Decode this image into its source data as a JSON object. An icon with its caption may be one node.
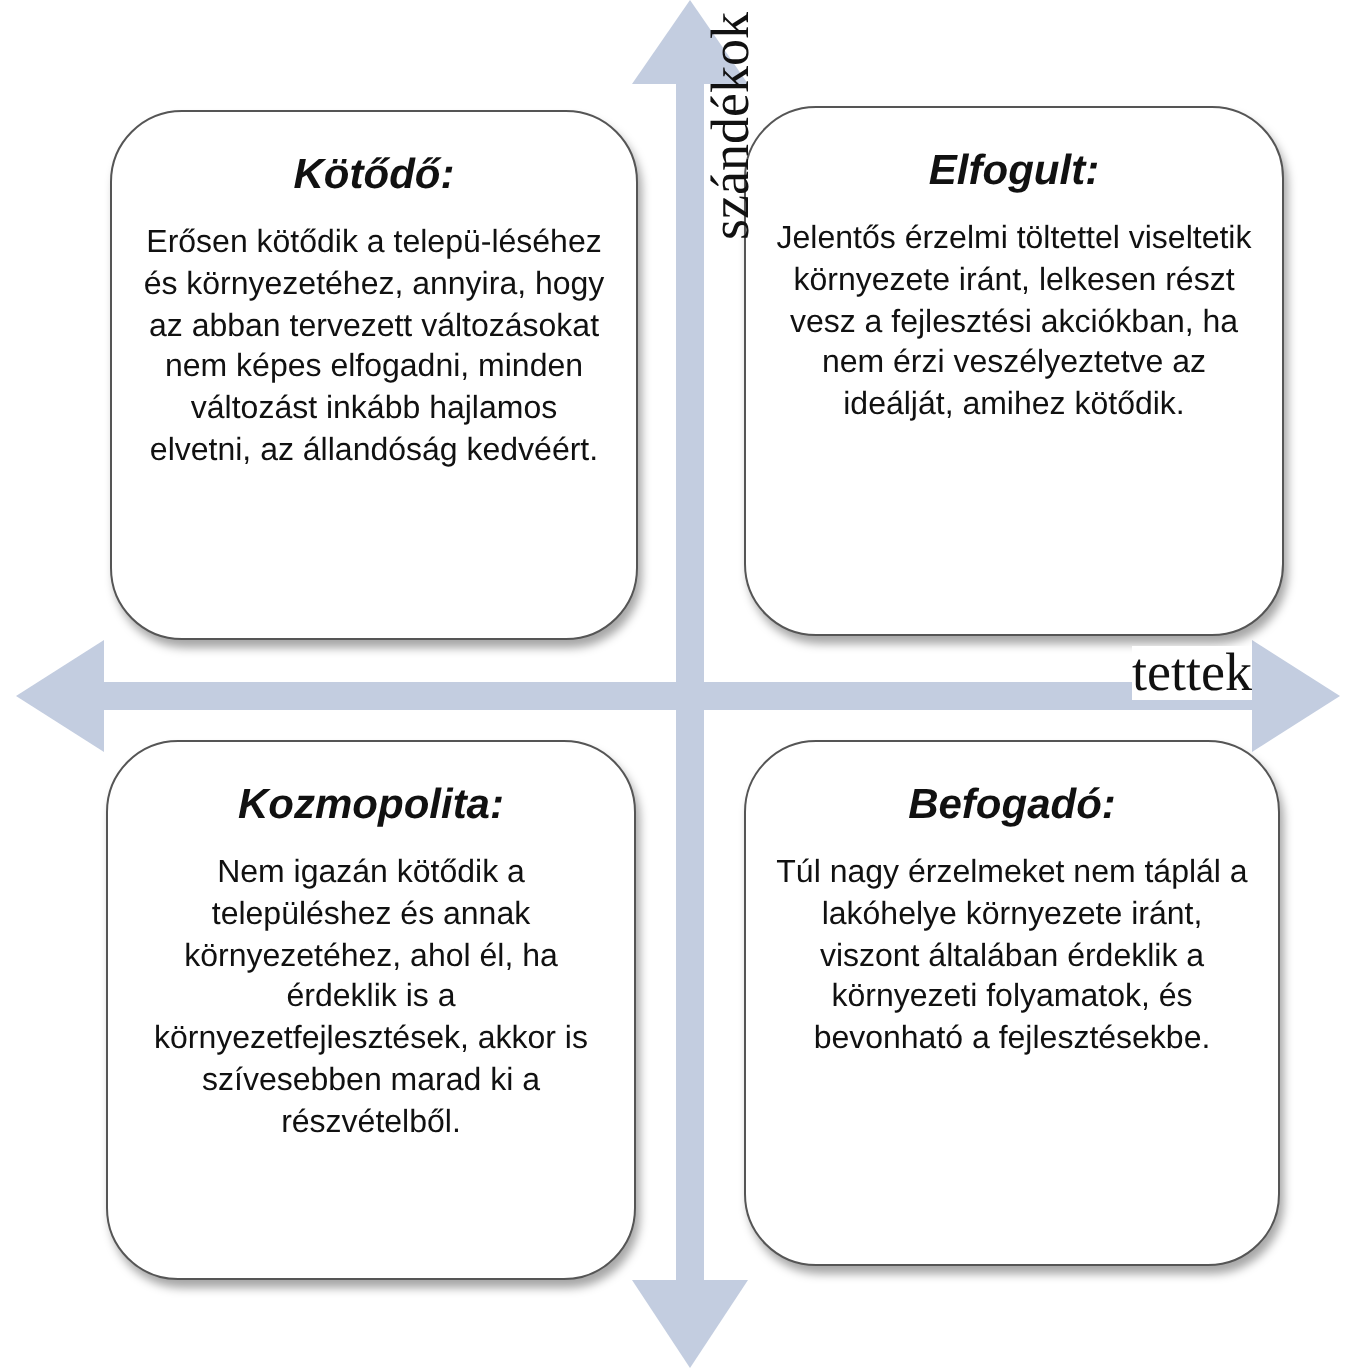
{
  "diagram": {
    "nodes": [
      {
        "text": [
          "Kötődő:",
          "Erősen kötődik a telepü-léséhez és környezetéhez, annyira, hogy az abban tervezett változásokat nem képes elfogadni, minden változást inkább hajlamos elvetni, az állandóság kedvéért."
        ]
      },
      {
        "text": [
          "Elfogult:",
          "Jelentős érzelmi töltettel viseltetik környezete iránt, lelkesen részt vesz a fejlesztési akciókban, ha nem érzi veszélyeztetve az ideálját, amihez kötődik."
        ]
      },
      {
        "text": [
          "Kozmopolita:",
          "Nem igazán kötődik a településhez és annak környezetéhez, ahol él, ha érdeklik is a környezetfejlesztések, akkor is szívesebben marad ki a részvételből."
        ]
      },
      {
        "text": [
          "Befogadó:",
          "Túl nagy érzelmeket nem táplál a lakóhelye környezete iránt, viszont általában érdeklik a környezeti folyamatok, és bevonható a fejlesztésekbe."
        ]
      }
    ],
    "labels": [
      "szándékok",
      "tettek"
    ]
  }
}
